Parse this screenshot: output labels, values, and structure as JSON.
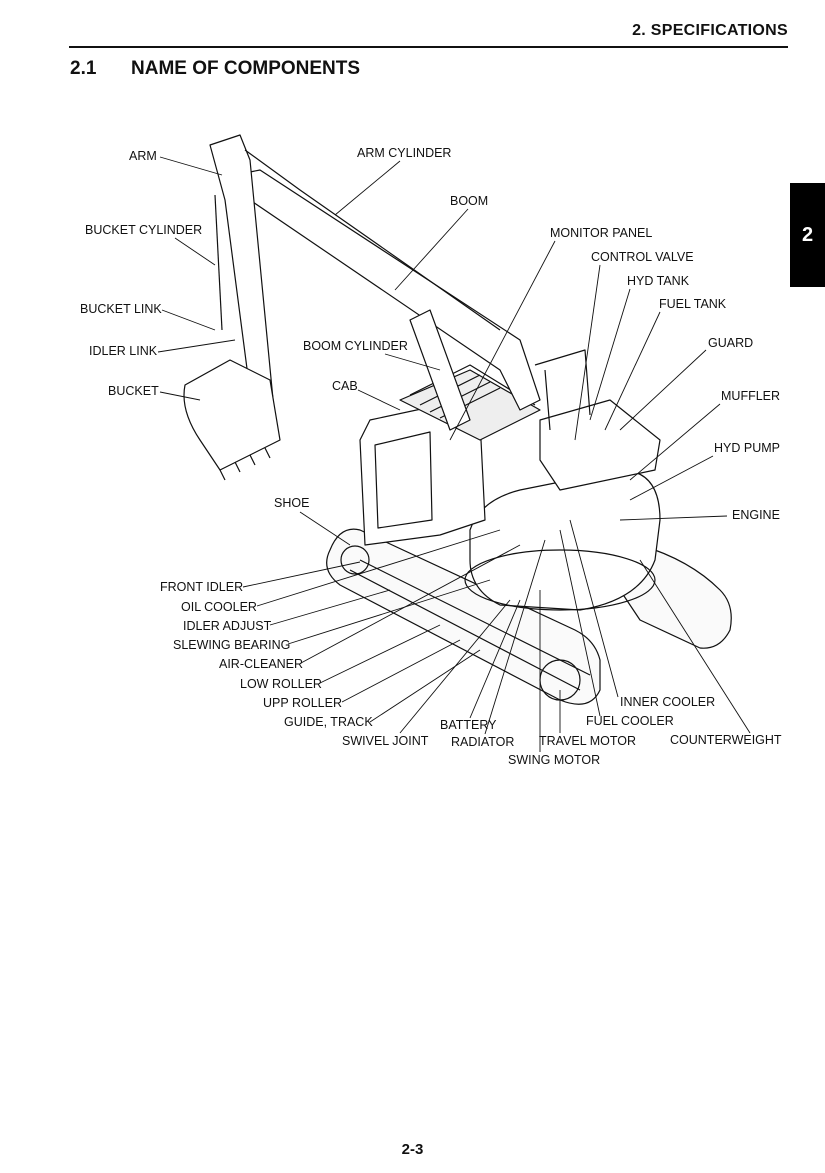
{
  "header": {
    "chapter_title": "2.  SPECIFICATIONS"
  },
  "section": {
    "number": "2.1",
    "title": "NAME OF COMPONENTS"
  },
  "chapter_tab": "2",
  "labels": {
    "arm": "ARM",
    "arm_cylinder": "ARM CYLINDER",
    "boom": "BOOM",
    "bucket_cylinder": "BUCKET CYLINDER",
    "monitor_panel": "MONITOR PANEL",
    "control_valve": "CONTROL VALVE",
    "hyd_tank": "HYD TANK",
    "fuel_tank": "FUEL TANK",
    "bucket_link": "BUCKET LINK",
    "guard": "GUARD",
    "idler_link": "IDLER LINK",
    "boom_cylinder": "BOOM CYLINDER",
    "cab": "CAB",
    "bucket": "BUCKET",
    "muffler": "MUFFLER",
    "hyd_pump": "HYD PUMP",
    "shoe": "SHOE",
    "engine": "ENGINE",
    "front_idler": "FRONT IDLER",
    "oil_cooler": "OIL COOLER",
    "idler_adjust": "IDLER ADJUST",
    "slewing_bearing": "SLEWING BEARING",
    "air_cleaner": "AIR-CLEANER",
    "low_roller": "LOW ROLLER",
    "upp_roller": "UPP ROLLER",
    "inner_cooler": "INNER COOLER",
    "guide_track": "GUIDE, TRACK",
    "battery": "BATTERY",
    "fuel_cooler": "FUEL COOLER",
    "swivel_joint": "SWIVEL JOINT",
    "radiator": "RADIATOR",
    "travel_motor": "TRAVEL MOTOR",
    "counterweight": "COUNTERWEIGHT",
    "swing_motor": "SWING MOTOR"
  },
  "page_number": "2-3"
}
